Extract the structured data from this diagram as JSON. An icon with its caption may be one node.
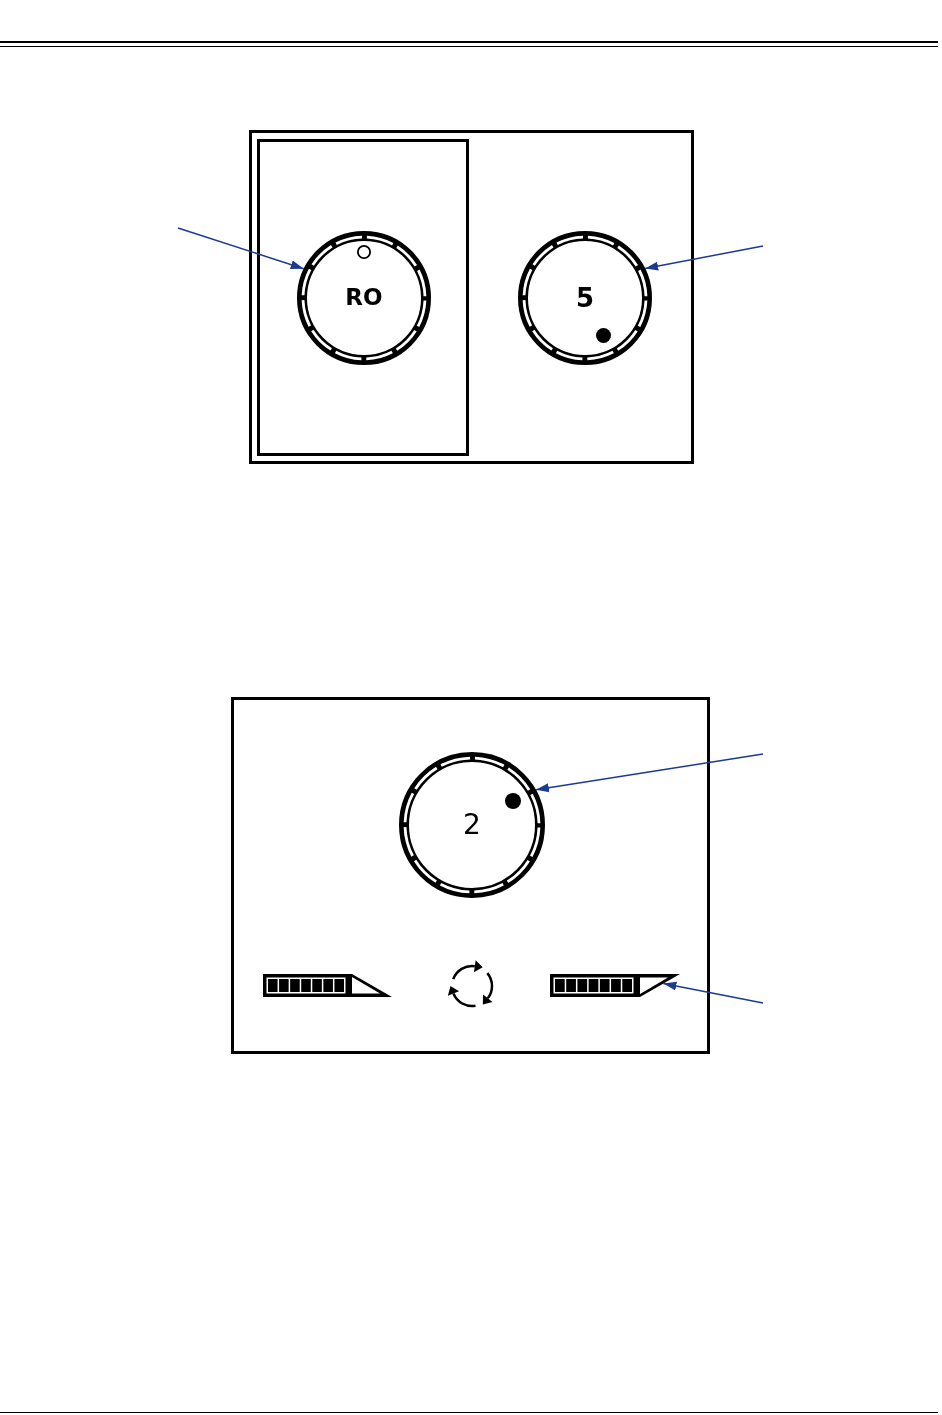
{
  "diagram": {
    "nodes": [
      {
        "text": [],
        "shape": "box"
      },
      {
        "text": [],
        "shape": "box",
        "in": 0
      },
      {
        "text": [
          "RO"
        ],
        "in": 1
      },
      {
        "text": [
          "5"
        ],
        "in": 0
      },
      {
        "text": [],
        "shape": "box"
      },
      {
        "text": [
          "2"
        ],
        "in": 4
      },
      {
        "text": [],
        "shape": "bar",
        "in": 4
      }
    ],
    "edges": [
      {
        "from": null,
        "to": 2,
        "arrow": "to"
      },
      {
        "from": null,
        "to": 3,
        "arrow": "to"
      },
      {
        "from": null,
        "to": 5,
        "arrow": "to"
      },
      {
        "from": null,
        "to": 6,
        "arrow": "to"
      }
    ]
  }
}
